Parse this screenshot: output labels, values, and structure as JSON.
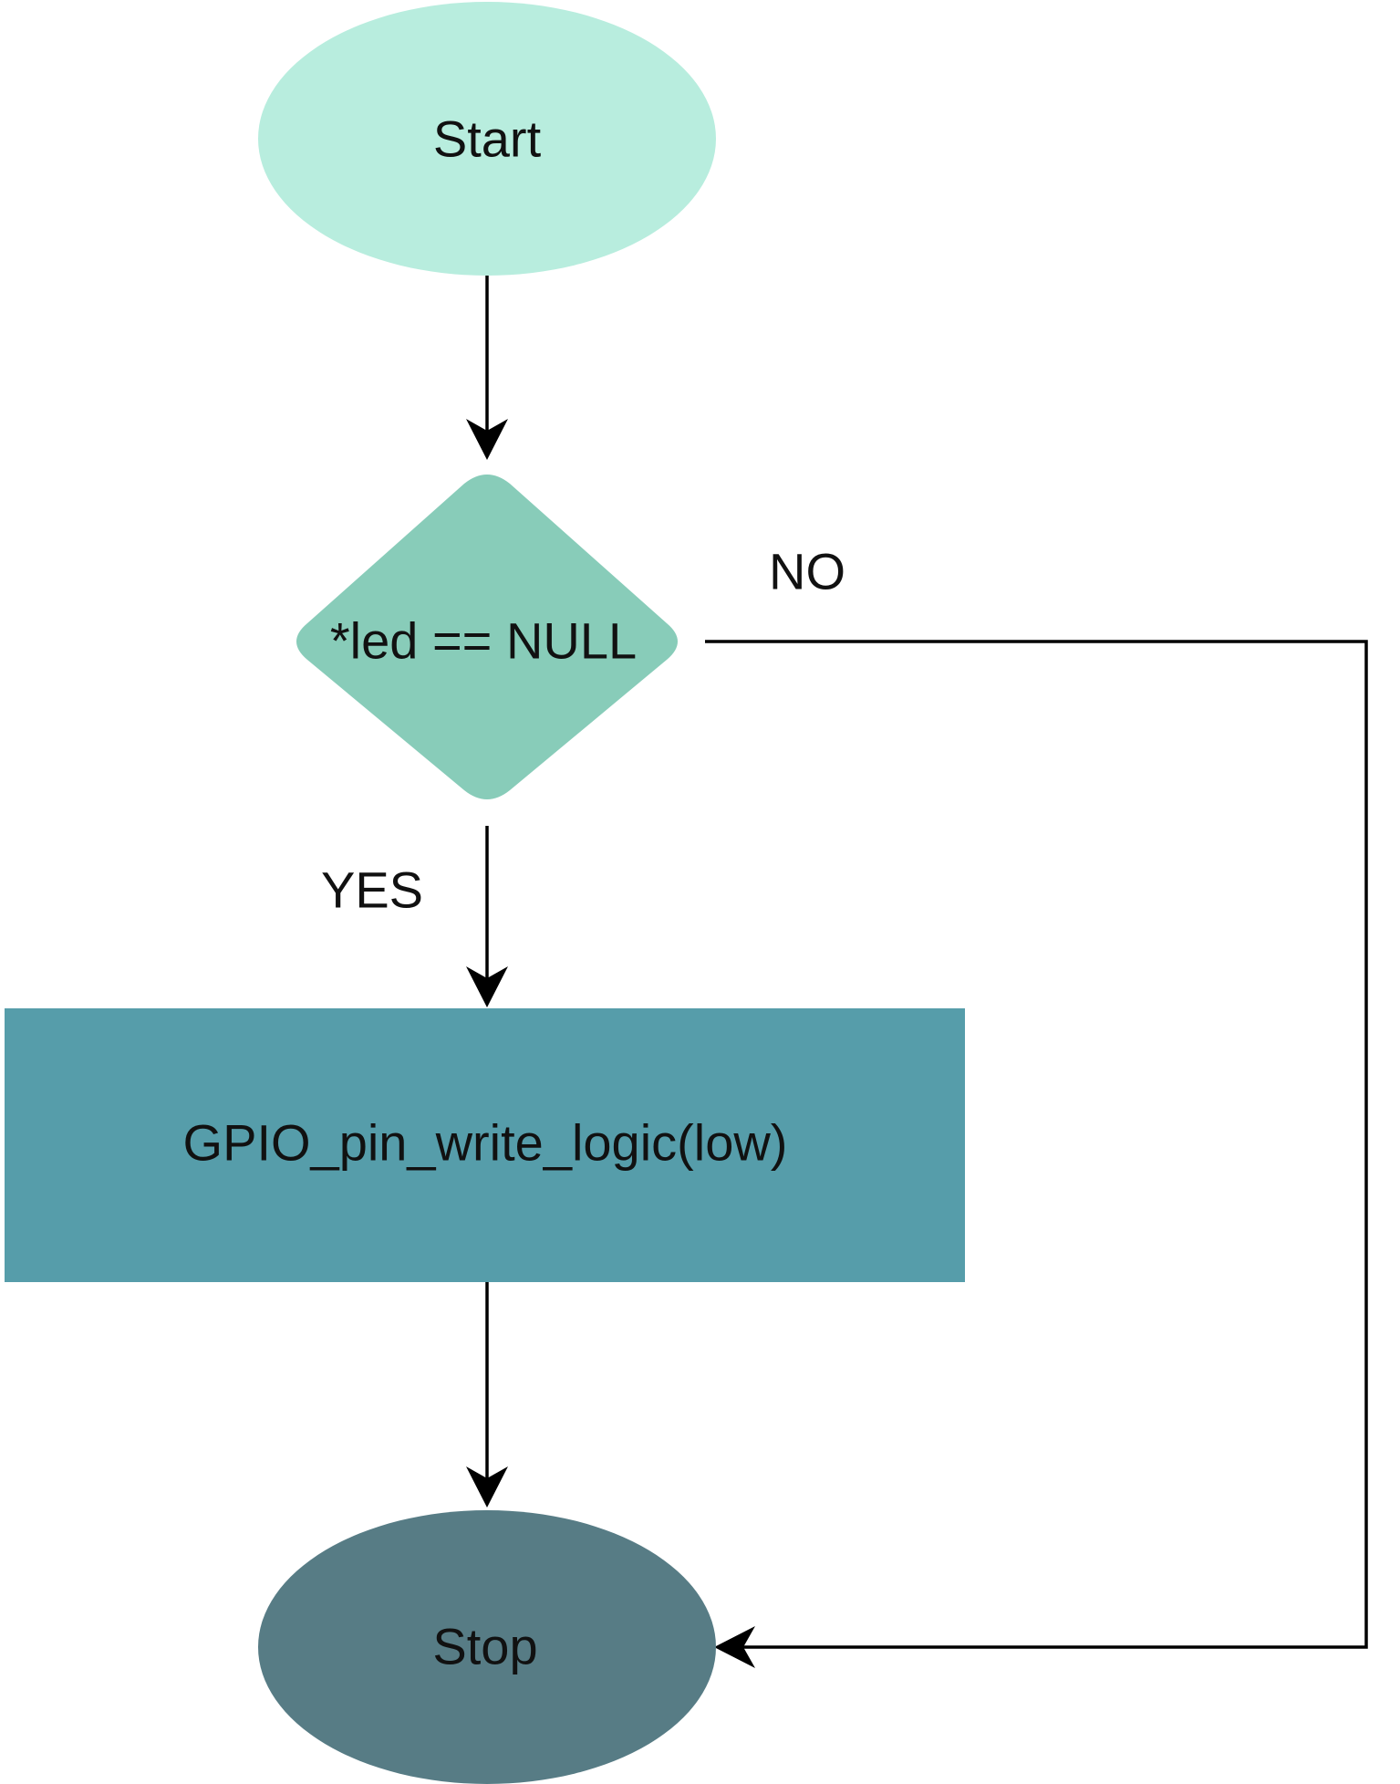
{
  "colors": {
    "start": "#B8EDDE",
    "decision": "#88CCB9",
    "process": "#569DAA",
    "stop": "#577C85",
    "edge": "#000000",
    "text": "#111111"
  },
  "nodes": {
    "start": {
      "label": "Start",
      "shape": "ellipse"
    },
    "decision": {
      "label": "*led == NULL",
      "shape": "rounded-diamond"
    },
    "process": {
      "label": "GPIO_pin_write_logic(low)",
      "shape": "rectangle"
    },
    "stop": {
      "label": "Stop",
      "shape": "ellipse"
    }
  },
  "edges": {
    "no_label": "NO",
    "yes_label": "YES"
  }
}
